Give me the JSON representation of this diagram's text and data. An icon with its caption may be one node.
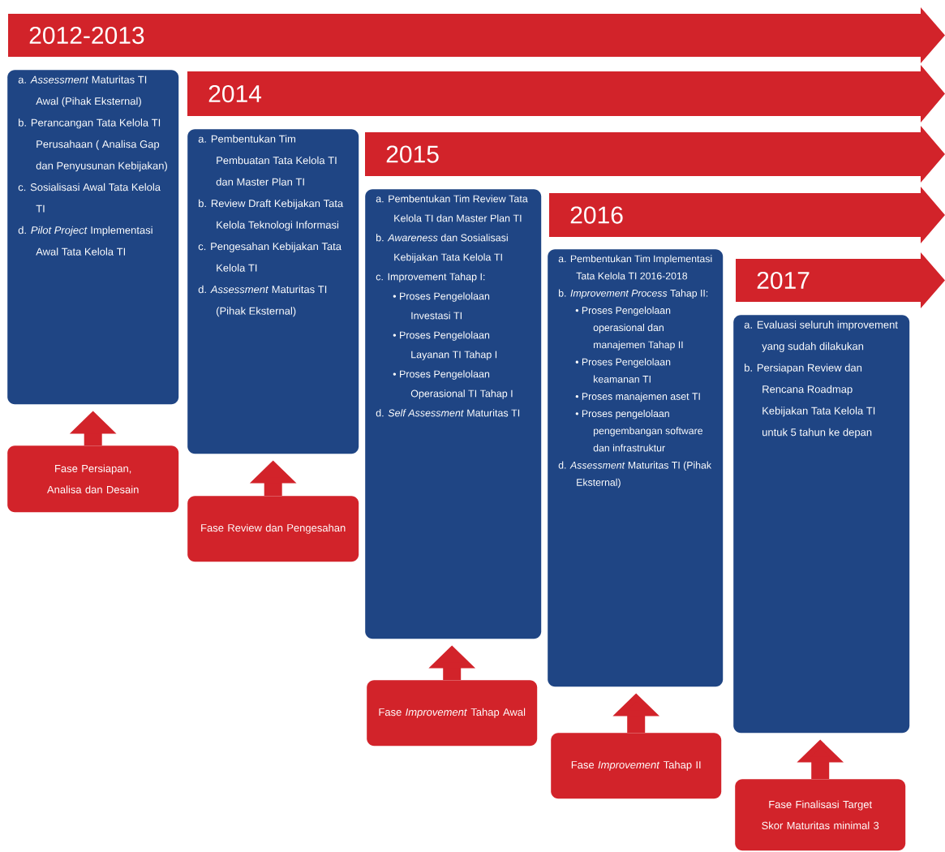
{
  "diagram": {
    "nodes": [
      {
        "text": [
          "2012-2013"
        ]
      },
      {
        "text": [
          "a. *Assessment* Maturitas TI Awal (Pihak Eksternal)",
          "b. Perancangan Tata Kelola TI Perusahaan ( Analisa Gap dan Penyusunan Kebijakan)",
          "c. Sosialisasi Awal Tata Kelola TI",
          "d. *Pilot Project* Implementasi Awal Tata Kelola TI"
        ]
      },
      {
        "text": [
          "Fase Persiapan, Analisa dan Desain"
        ]
      },
      {
        "text": [
          "2014"
        ]
      },
      {
        "text": [
          "a. Pembentukan Tim Pembuatan Tata Kelola TI dan Master Plan TI",
          "b. Review Draft Kebijakan Tata Kelola Teknologi Informasi",
          "c. Pengesahan Kebijakan Tata Kelola TI",
          "d. *Assessment* Maturitas TI (Pihak Eksternal)"
        ]
      },
      {
        "text": [
          "Fase Review dan Pengesahan"
        ]
      },
      {
        "text": [
          "2015"
        ]
      },
      {
        "text": [
          "a. Pembentukan Tim Review Tata Kelola TI dan Master Plan TI",
          "b. *Awareness* dan Sosialisasi Kebijakan Tata Kelola TI",
          "c. Improvement Tahap I:",
          "• Proses Pengelolaan Investasi TI",
          "• Proses Pengelolaan Layanan TI Tahap I",
          "• Proses Pengelolaan Operasional TI Tahap I",
          "d. *Self Assessment* Maturitas TI"
        ]
      },
      {
        "text": [
          "Fase *Improvement* Tahap Awal"
        ]
      },
      {
        "text": [
          "2016"
        ]
      },
      {
        "text": [
          "a. Pembentukan Tim Implementasi Tata Kelola TI 2016-2018",
          "b. *Improvement Process* Tahap II:",
          "• Proses Pengelolaan operasional dan manajemen Tahap II",
          "• Proses Pengelolaan keamanan TI",
          "• Proses manajemen aset TI",
          "• Proses pengelolaan pengembangan software dan infrastruktur",
          "d. *Assessment* Maturitas TI (Pihak Eksternal)"
        ]
      },
      {
        "text": [
          "Fase *Improvement* Tahap II"
        ]
      },
      {
        "text": [
          "2017"
        ]
      },
      {
        "text": [
          "a. Evaluasi seluruh improvement yang sudah dilakukan",
          "b. Persiapan Review dan Rencana Roadmap Kebijakan Tata Kelola TI untuk 5 tahun ke depan"
        ]
      },
      {
        "text": [
          "Fase Finalisasi Target Skor Maturitas minimal 3"
        ]
      }
    ],
    "edges": [
      {
        "from": 2,
        "to": 1,
        "arrow": "to"
      },
      {
        "from": 5,
        "to": 4,
        "arrow": "to"
      },
      {
        "from": 8,
        "to": 7,
        "arrow": "to"
      },
      {
        "from": 11,
        "to": 10,
        "arrow": "to"
      },
      {
        "from": 14,
        "to": 13,
        "arrow": "to"
      }
    ]
  }
}
